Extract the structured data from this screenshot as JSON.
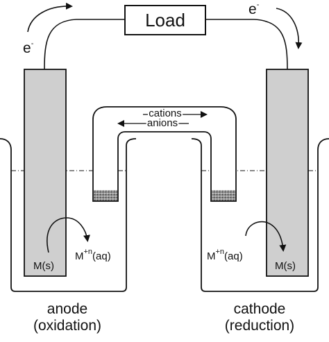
{
  "diagram": {
    "load_label": "Load",
    "electron_left": {
      "base": "e",
      "sup": "-"
    },
    "electron_right": {
      "base": "e",
      "sup": "-"
    },
    "salt_bridge": {
      "cations_label": "cations",
      "anions_label": "anions"
    },
    "anode": {
      "metal_label": "M(s)",
      "ion": {
        "base": "M",
        "sup": "+n",
        "suffix": "(aq)"
      },
      "title": "anode",
      "subtitle": "(oxidation)"
    },
    "cathode": {
      "metal_label": "M(s)",
      "ion": {
        "base": "M",
        "sup": "+n",
        "suffix": "(aq)"
      },
      "title": "cathode",
      "subtitle": "(reduction)"
    }
  },
  "colors": {
    "line": "#111111",
    "electrode_fill": "#cfcfcf",
    "plug_fill": "#8a8a8a",
    "background": "#ffffff"
  }
}
